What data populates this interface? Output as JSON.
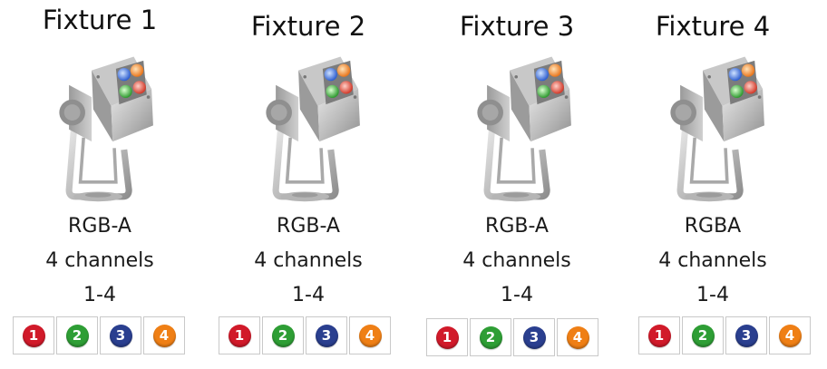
{
  "colors": {
    "badge_1": "#d11a2a",
    "badge_2": "#2e9e35",
    "badge_3": "#2a3f8f",
    "badge_4": "#ef7f15"
  },
  "icons": [
    "led-flood-light-image"
  ],
  "fixtures": [
    {
      "title": "Fixture 1",
      "type": "RGB-A",
      "channels": "4 channels",
      "range": "1-4",
      "badges": [
        "1",
        "2",
        "3",
        "4"
      ]
    },
    {
      "title": "Fixture 2",
      "type": "RGB-A",
      "channels": "4 channels",
      "range": "1-4",
      "badges": [
        "1",
        "2",
        "3",
        "4"
      ]
    },
    {
      "title": "Fixture 3",
      "type": "RGB-A",
      "channels": "4 channels",
      "range": "1-4",
      "badges": [
        "1",
        "2",
        "3",
        "4"
      ]
    },
    {
      "title": "Fixture 4",
      "type": "RGBA",
      "channels": "4 channels",
      "range": "1-4",
      "badges": [
        "1",
        "2",
        "3",
        "4"
      ]
    }
  ]
}
